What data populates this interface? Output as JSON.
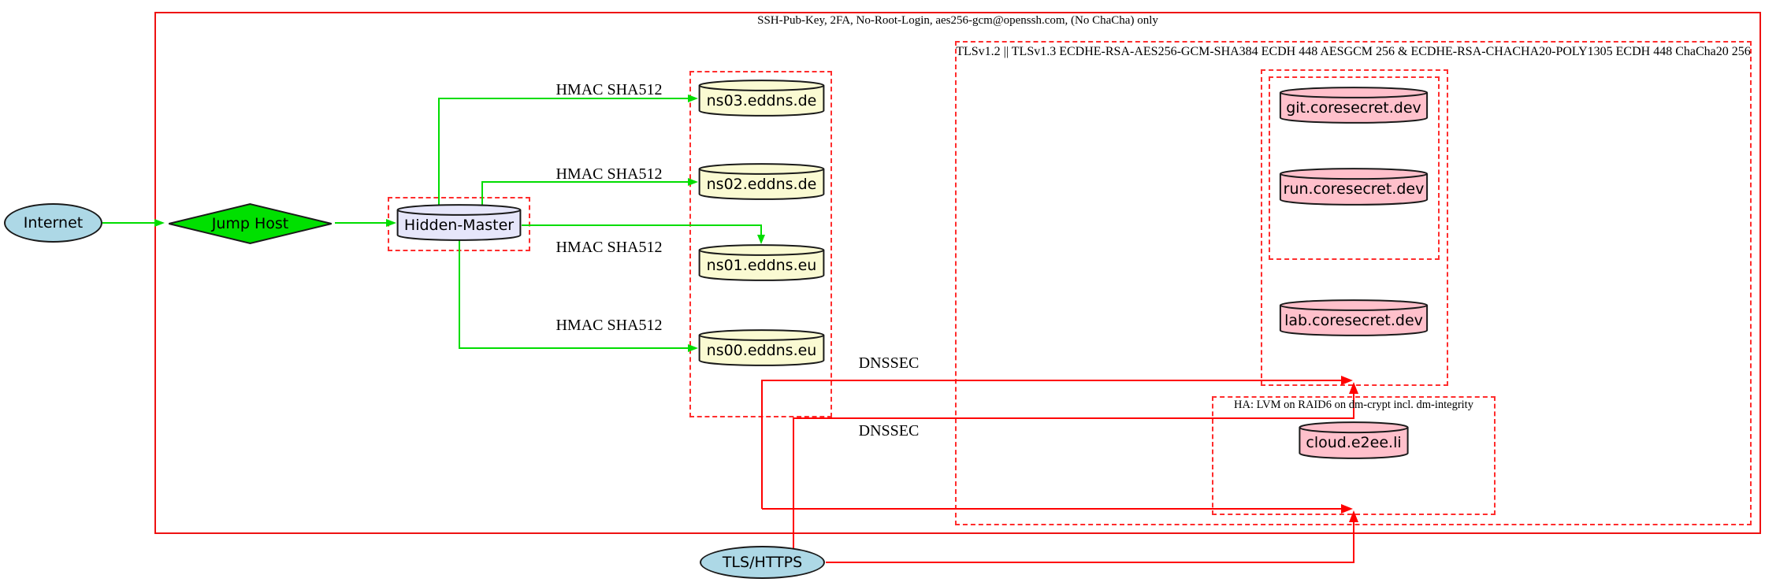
{
  "diagram": {
    "clusters": {
      "ssh": {
        "label": "SSH-Pub-Key, 2FA, No-Root-Login, aes256-gcm@openssh.com, (No ChaCha) only"
      },
      "tls": {
        "label": "TLSv1.2 || TLSv1.3 ECDHE-RSA-AES256-GCM-SHA384 ECDH 448 AESGCM 256 & ECDHE-RSA-CHACHA20-POLY1305 ECDH 448 ChaCha20 256"
      },
      "ha": {
        "label": "HA: LVM on RAID6 on dm-crypt incl. dm-integrity"
      }
    },
    "nodes": {
      "internet": {
        "label": "Internet",
        "shape": "ellipse",
        "fill": "#add8e6"
      },
      "jump_host": {
        "label": "Jump Host",
        "shape": "diamond",
        "fill": "#00e000"
      },
      "hidden_master": {
        "label": "Hidden-Master",
        "shape": "cylinder",
        "fill": "#e6e6fa"
      },
      "ns03": {
        "label": "ns03.eddns.de",
        "shape": "cylinder",
        "fill": "#fafad2"
      },
      "ns02": {
        "label": "ns02.eddns.de",
        "shape": "cylinder",
        "fill": "#fafad2"
      },
      "ns01": {
        "label": "ns01.eddns.eu",
        "shape": "cylinder",
        "fill": "#fafad2"
      },
      "ns00": {
        "label": "ns00.eddns.eu",
        "shape": "cylinder",
        "fill": "#fafad2"
      },
      "git": {
        "label": "git.coresecret.dev",
        "shape": "cylinder",
        "fill": "#ffc0cb"
      },
      "run": {
        "label": "run.coresecret.dev",
        "shape": "cylinder",
        "fill": "#ffc0cb"
      },
      "lab": {
        "label": "lab.coresecret.dev",
        "shape": "cylinder",
        "fill": "#ffc0cb"
      },
      "cloud": {
        "label": "cloud.e2ee.li",
        "shape": "cylinder",
        "fill": "#ffc0cb"
      },
      "tls_https": {
        "label": "TLS/HTTPS",
        "shape": "ellipse",
        "fill": "#add8e6"
      }
    },
    "edge_labels": {
      "hmac": "HMAC SHA512",
      "dnssec": "DNSSEC"
    },
    "colors": {
      "cluster_border_red": "#ff2d2d",
      "edge_red": "#ff0000",
      "edge_green": "#00dd00",
      "node_border": "#1a1a1a"
    }
  }
}
